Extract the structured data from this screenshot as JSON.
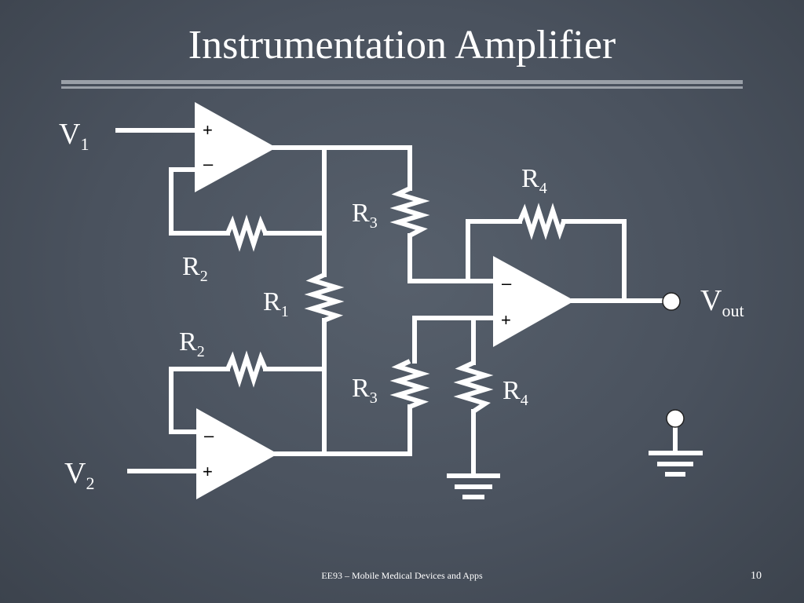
{
  "slide": {
    "title": "Instrumentation Amplifier",
    "footer": "EE93 – Mobile Medical Devices and Apps",
    "page_number": "10"
  },
  "circuit": {
    "labels": {
      "v1": {
        "main": "V",
        "sub": "1"
      },
      "v2": {
        "main": "V",
        "sub": "2"
      },
      "vout": {
        "main": "V",
        "sub": "out"
      },
      "r1": {
        "main": "R",
        "sub": "1"
      },
      "r2_top": {
        "main": "R",
        "sub": "2"
      },
      "r2_bottom": {
        "main": "R",
        "sub": "2"
      },
      "r3_top": {
        "main": "R",
        "sub": "3"
      },
      "r3_bottom": {
        "main": "R",
        "sub": "3"
      },
      "r4_top": {
        "main": "R",
        "sub": "4"
      },
      "r4_bottom": {
        "main": "R",
        "sub": "4"
      }
    },
    "opamps": {
      "top": {
        "plus": "+",
        "minus": "–"
      },
      "bottom": {
        "plus": "+",
        "minus": "–"
      },
      "diff": {
        "plus": "+",
        "minus": "–"
      }
    },
    "colors": {
      "wire": "#ffffff",
      "opamp_fill": "#ffffff"
    }
  }
}
